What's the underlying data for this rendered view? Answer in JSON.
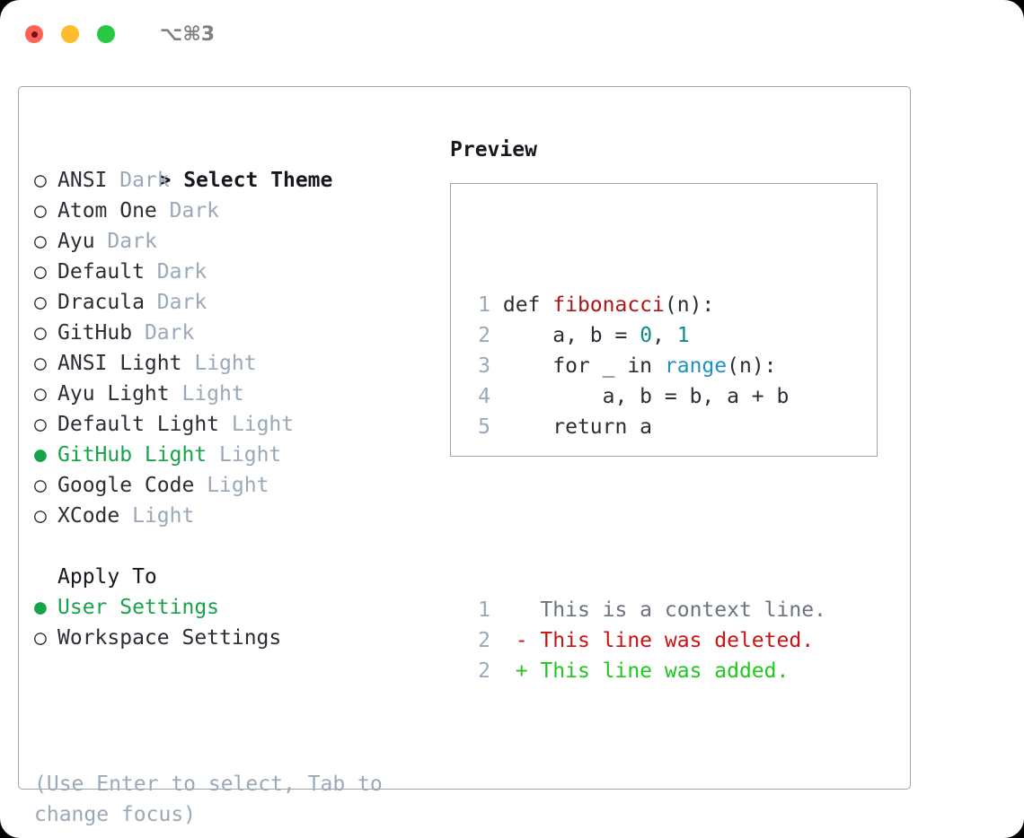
{
  "window": {
    "shortcut": "⌥⌘3",
    "traffic_lights": [
      {
        "name": "close",
        "color": "#ff6159"
      },
      {
        "name": "minimize",
        "color": "#ffbd2e"
      },
      {
        "name": "maximize",
        "color": "#28c840"
      }
    ]
  },
  "theme_list": {
    "heading_caret": ">",
    "heading": "Select Theme",
    "marker_unselected": "○",
    "marker_selected": "●",
    "items": [
      {
        "marker": "○",
        "label": "ANSI",
        "tag": "Dark",
        "selected": false
      },
      {
        "marker": "○",
        "label": "Atom One",
        "tag": "Dark",
        "selected": false
      },
      {
        "marker": "○",
        "label": "Ayu",
        "tag": "Dark",
        "selected": false
      },
      {
        "marker": "○",
        "label": "Default",
        "tag": "Dark",
        "selected": false
      },
      {
        "marker": "○",
        "label": "Dracula",
        "tag": "Dark",
        "selected": false
      },
      {
        "marker": "○",
        "label": "GitHub",
        "tag": "Dark",
        "selected": false
      },
      {
        "marker": "○",
        "label": "ANSI Light",
        "tag": "Light",
        "selected": false
      },
      {
        "marker": "○",
        "label": "Ayu Light",
        "tag": "Light",
        "selected": false
      },
      {
        "marker": "○",
        "label": "Default Light",
        "tag": "Light",
        "selected": false
      },
      {
        "marker": "●",
        "label": "GitHub Light",
        "tag": "Light",
        "selected": true
      },
      {
        "marker": "○",
        "label": "Google Code",
        "tag": "Light",
        "selected": false
      },
      {
        "marker": "○",
        "label": "XCode",
        "tag": "Light",
        "selected": false
      }
    ]
  },
  "apply_to": {
    "heading": "Apply To",
    "items": [
      {
        "marker": "●",
        "label": "User Settings",
        "selected": true
      },
      {
        "marker": "○",
        "label": "Workspace Settings",
        "selected": false
      }
    ]
  },
  "hint": "(Use Enter to select, Tab to change focus)",
  "preview": {
    "title": "Preview",
    "code_lines": [
      {
        "num": "1",
        "parts": [
          {
            "text": "def ",
            "style": "code-text"
          },
          {
            "text": "fibonacci",
            "style": "tok-fn"
          },
          {
            "text": "(n):",
            "style": "code-text"
          }
        ]
      },
      {
        "num": "2",
        "parts": [
          {
            "text": "    a, b = ",
            "style": "code-text"
          },
          {
            "text": "0",
            "style": "tok-num"
          },
          {
            "text": ", ",
            "style": "code-text"
          },
          {
            "text": "1",
            "style": "tok-num"
          }
        ]
      },
      {
        "num": "3",
        "parts": [
          {
            "text": "    for _ in ",
            "style": "code-text"
          },
          {
            "text": "range",
            "style": "tok-builtin"
          },
          {
            "text": "(n):",
            "style": "code-text"
          }
        ]
      },
      {
        "num": "4",
        "parts": [
          {
            "text": "        a, b = b, a + b",
            "style": "code-text"
          }
        ]
      },
      {
        "num": "5",
        "parts": [
          {
            "text": "    return a",
            "style": "code-text"
          }
        ]
      }
    ],
    "diff_lines": [
      {
        "num": "1",
        "sign": " ",
        "text": " This is a context line.",
        "style": "diff-ctx"
      },
      {
        "num": "2",
        "sign": "-",
        "text": " This line was deleted.",
        "style": "diff-del"
      },
      {
        "num": "2",
        "sign": "+",
        "text": " This line was added.",
        "style": "diff-add"
      }
    ]
  },
  "colors": {
    "accent_green": "#16a34a",
    "diff_add": "#1ec71e",
    "diff_del": "#cc1111",
    "tag_gray": "#9aa8b8",
    "border": "#9aa5b4",
    "fn_red": "#a81818",
    "num_teal": "#0e8a8a",
    "builtin_blue": "#2090c4"
  }
}
